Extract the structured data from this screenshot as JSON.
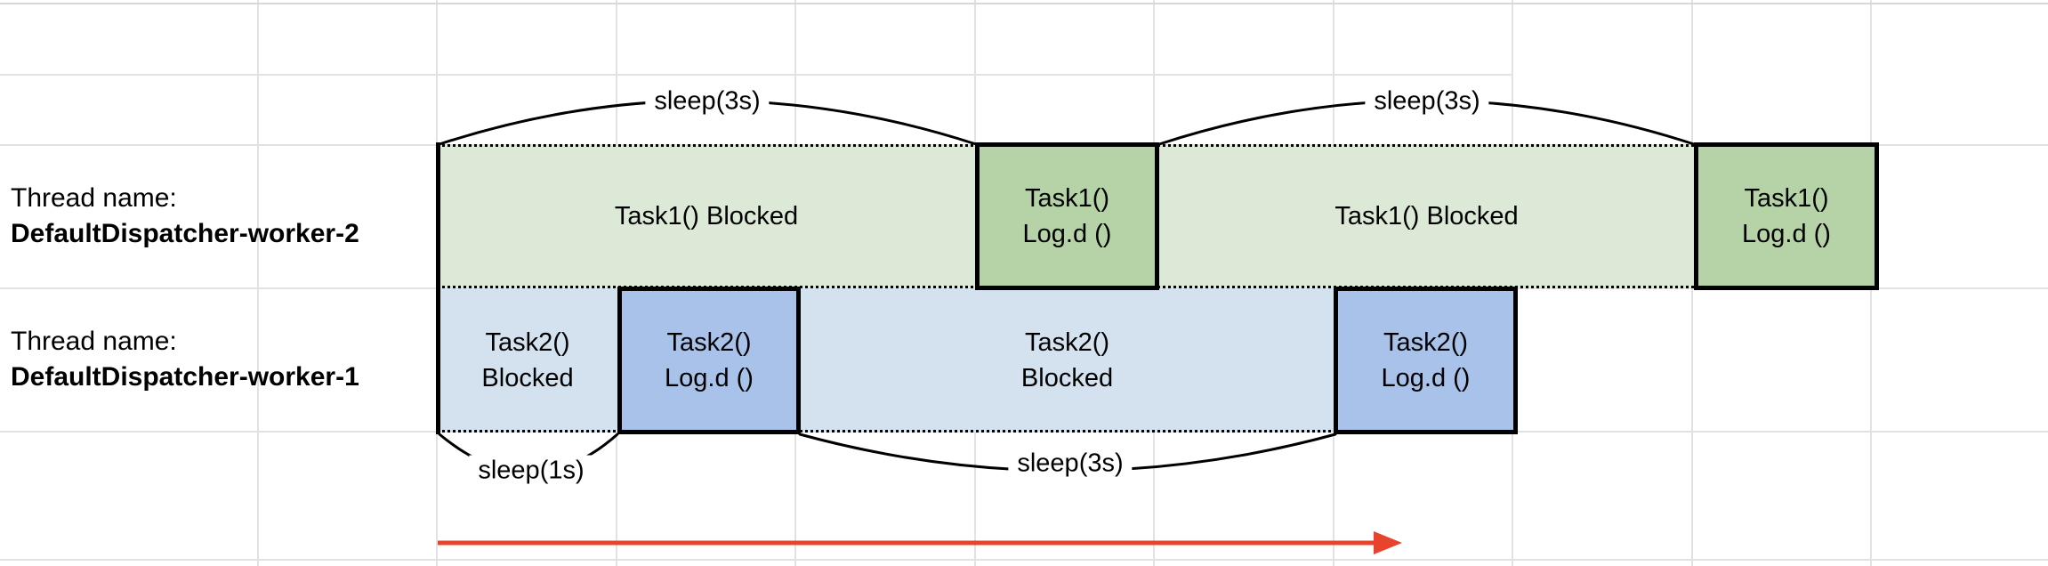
{
  "threads": [
    {
      "prefix": "Thread name:",
      "name": "DefaultDispatcher-worker-2"
    },
    {
      "prefix": "Thread name:",
      "name": "DefaultDispatcher-worker-1"
    }
  ],
  "task1": {
    "blocked_segment_1": "Task1() Blocked",
    "blocked_segment_2": "Task1() Blocked",
    "log_line1": "Task1()",
    "log_line2": "Log.d ()"
  },
  "task2": {
    "blocked_line1": "Task2()",
    "blocked_line2": "Blocked",
    "log_line1": "Task2()",
    "log_line2": "Log.d ()"
  },
  "sleeps": {
    "top_left": "sleep(3s)",
    "top_right": "sleep(3s)",
    "bottom_left": "sleep(1s)",
    "bottom_right": "sleep(3s)"
  },
  "colors": {
    "task1_band": "#dce9d6",
    "task1_box": "#b6d3a8",
    "task2_band": "#d4e2f0",
    "task2_box": "#a8c2ea",
    "timeline_arrow": "#e8432c",
    "gridline": "#e2e2e2"
  }
}
